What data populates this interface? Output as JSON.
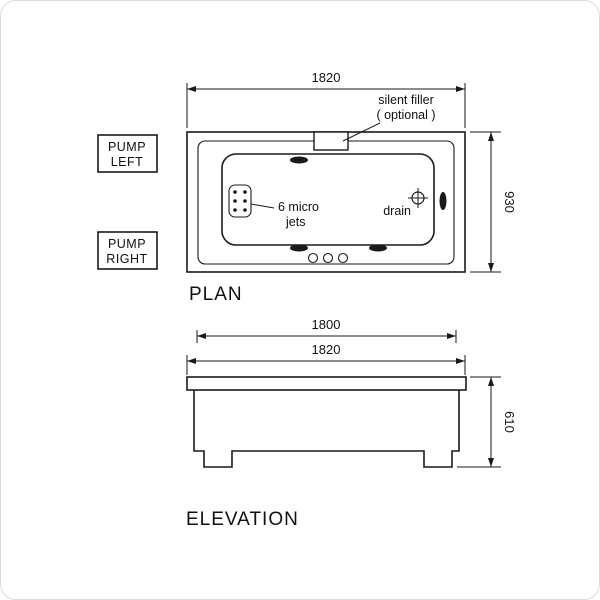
{
  "canvas": {
    "background": "#ffffff",
    "line_color": "#1a1a1a",
    "border_color": "#dcdcdc"
  },
  "plan": {
    "title": "PLAN",
    "dims": {
      "width": "1820",
      "depth": "930"
    },
    "pump_left": {
      "line1": "PUMP",
      "line2": "LEFT"
    },
    "pump_right": {
      "line1": "PUMP",
      "line2": "RIGHT"
    },
    "silent_filler": {
      "line1": "silent filler",
      "line2": "( optional )"
    },
    "micro_jets": {
      "line1": "6 micro",
      "line2": "jets"
    },
    "drain_label": "drain"
  },
  "elevation": {
    "title": "ELEVATION",
    "dims": {
      "inner_width": "1800",
      "outer_width": "1820",
      "height": "610"
    }
  }
}
